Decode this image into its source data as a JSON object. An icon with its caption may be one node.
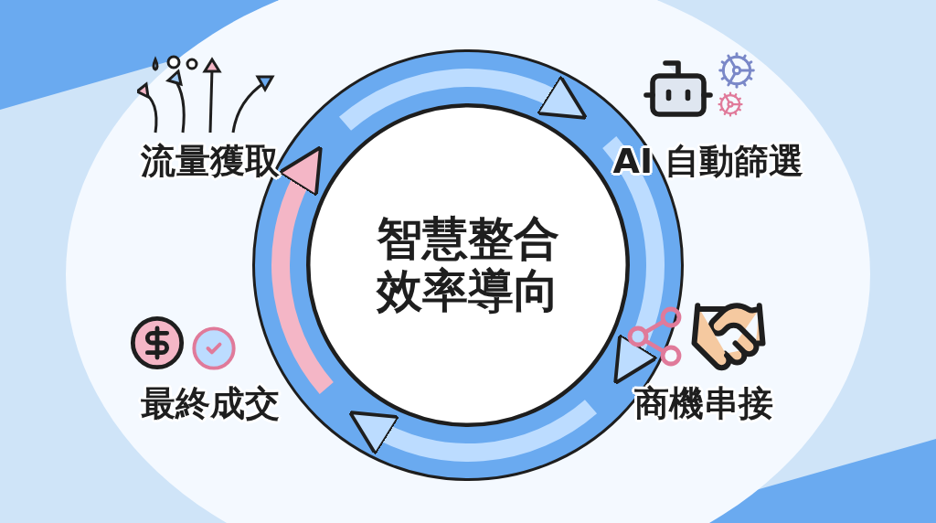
{
  "diagram": {
    "nodes": [
      {
        "text": [
          "智慧整合效率導向"
        ]
      },
      {
        "text": [
          "流量獲取"
        ]
      },
      {
        "text": [
          "AI 自動篩選"
        ]
      },
      {
        "text": [
          "商機串接"
        ]
      },
      {
        "text": [
          "最終成交"
        ]
      }
    ],
    "edges": [
      {
        "from": 1,
        "to": 2,
        "arrow": "to"
      },
      {
        "from": 2,
        "to": 3,
        "arrow": "to"
      },
      {
        "from": 3,
        "to": 4,
        "arrow": "to"
      },
      {
        "from": 4,
        "to": 1,
        "arrow": "to",
        "color": "#f4b6c6"
      }
    ]
  }
}
